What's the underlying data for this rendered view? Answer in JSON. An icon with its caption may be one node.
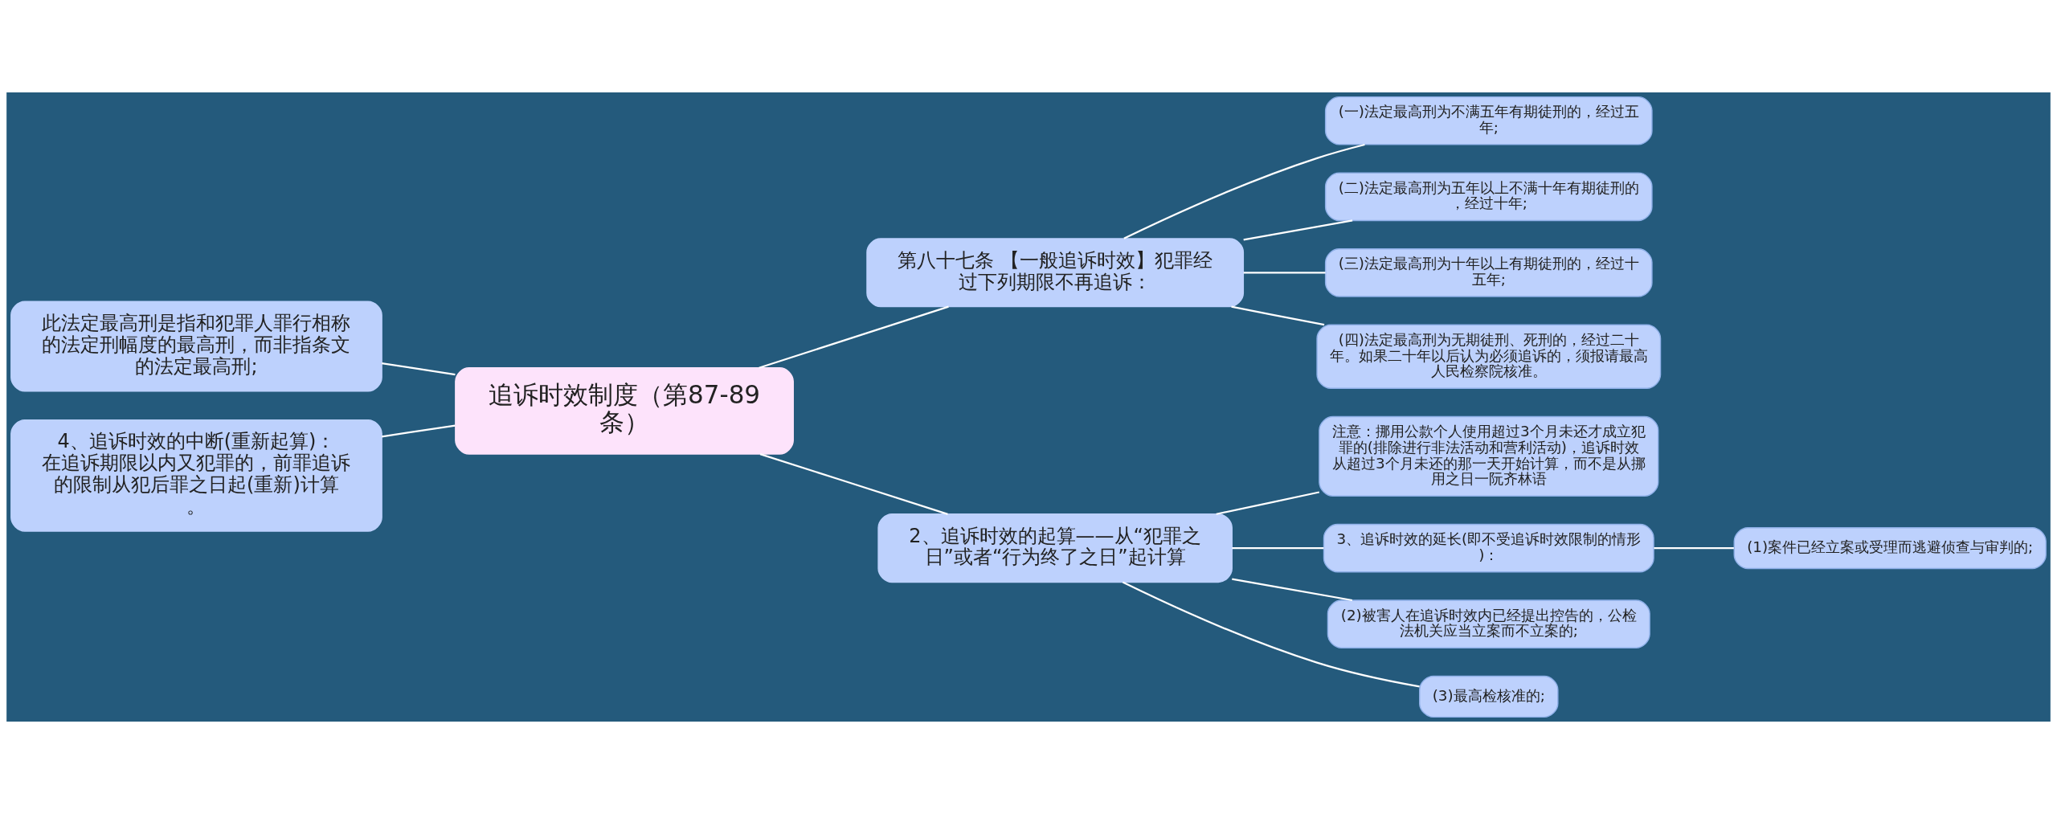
{
  "diagram": {
    "nodes": [
      {
        "text": [
          "追诉时效制度（第87-89条）"
        ]
      },
      {
        "text": [
          "第八十七条 【一般追诉时效】犯罪经过下列期限不再追诉："
        ]
      },
      {
        "text": [
          "(一)法定最高刑为不满五年有期徒刑的，经过五年;"
        ]
      },
      {
        "text": [
          "(二)法定最高刑为五年以上不满十年有期徒刑的，经过十年;"
        ]
      },
      {
        "text": [
          "(三)法定最高刑为十年以上有期徒刑的，经过十五年;"
        ]
      },
      {
        "text": [
          "(四)法定最高刑为无期徒刑、死刑的，经过二十年。如果二十年以后认为必须追诉的，须报请最高人民检察院核准。"
        ]
      },
      {
        "text": [
          "2、追诉时效的起算——从“犯罪之日”或者“行为终了之日”起计算"
        ]
      },
      {
        "text": [
          "注意：挪用公款个人使用超过3个月未还才成立犯罪的(排除进行非法活动和营利活动)，追诉时效从超过3个月未还的那一天开始计算，而不是从挪用之日一阮齐林语"
        ]
      },
      {
        "text": [
          "3、追诉时效的延长(即不受追诉时效限制的情形)："
        ]
      },
      {
        "text": [
          "(1)案件已经立案或受理而逃避侦查与审判的;"
        ]
      },
      {
        "text": [
          "(2)被害人在追诉时效内已经提出控告的，公检法机关应当立案而不立案的;"
        ]
      },
      {
        "text": [
          "(3)最高检核准的;"
        ]
      },
      {
        "text": [
          "此法定最高刑是指和犯罪人罪行相称的法定刑幅度的最高刑，而非指条文的法定最高刑;"
        ]
      },
      {
        "text": [
          "4、追诉时效的中断(重新起算)：在追诉期限以内又犯罪的，前罪追诉的限制从犯后罪之日起(重新)计算。"
        ]
      }
    ],
    "edges": [
      {
        "from": 0,
        "to": 1,
        "arrow": "none"
      },
      {
        "from": 1,
        "to": 2,
        "arrow": "none"
      },
      {
        "from": 1,
        "to": 3,
        "arrow": "none"
      },
      {
        "from": 1,
        "to": 4,
        "arrow": "none"
      },
      {
        "from": 1,
        "to": 5,
        "arrow": "none"
      },
      {
        "from": 0,
        "to": 6,
        "arrow": "none"
      },
      {
        "from": 6,
        "to": 7,
        "arrow": "none"
      },
      {
        "from": 6,
        "to": 8,
        "arrow": "none"
      },
      {
        "from": 8,
        "to": 9,
        "arrow": "none"
      },
      {
        "from": 6,
        "to": 10,
        "arrow": "none"
      },
      {
        "from": 6,
        "to": 11,
        "arrow": "none"
      },
      {
        "from": 0,
        "to": 12,
        "arrow": "none"
      },
      {
        "from": 0,
        "to": 13,
        "arrow": "none"
      }
    ]
  }
}
